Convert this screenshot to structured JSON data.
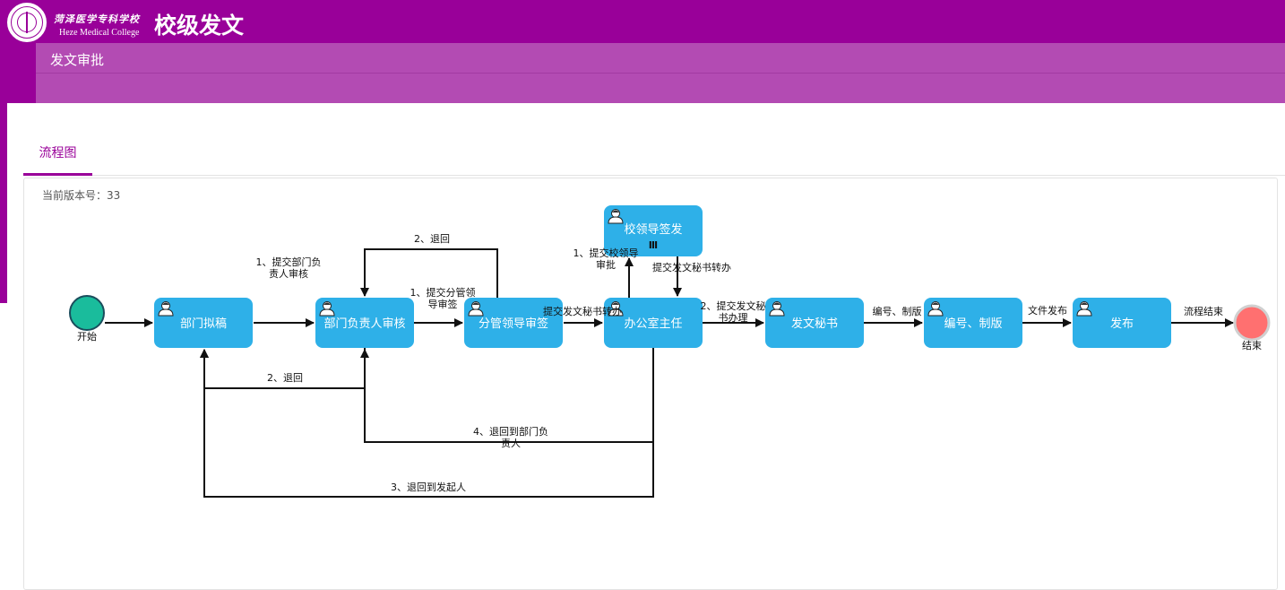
{
  "header": {
    "school_cn": "菏泽医学专科学校",
    "school_en": "Heze Medical College",
    "app_title": "校级发文",
    "sub_title": "发文审批"
  },
  "tabs": [
    {
      "label": "流程图"
    }
  ],
  "version": {
    "label": "当前版本号：",
    "value": "33"
  },
  "colors": {
    "brand": "#990099",
    "sub_brand": "#b34bb3",
    "task": "#2eb0e8",
    "start": "#1abc9c",
    "end": "#ff7070"
  },
  "flow": {
    "start": {
      "label": "开始"
    },
    "end": {
      "label": "结束"
    },
    "nodes": [
      {
        "id": "n1",
        "label": "部门拟稿"
      },
      {
        "id": "n2",
        "label": "部门负责人审核"
      },
      {
        "id": "n3",
        "label": "分管领导审签"
      },
      {
        "id": "n4",
        "label": "办公室主任"
      },
      {
        "id": "n5",
        "label": "校领导签发",
        "badge": "Ⅲ"
      },
      {
        "id": "n6",
        "label": "发文秘书"
      },
      {
        "id": "n7",
        "label": "编号、制版"
      },
      {
        "id": "n8",
        "label": "发布"
      }
    ],
    "edges": [
      {
        "id": "e1",
        "label": [
          "1、提交部门负",
          "责人审核"
        ]
      },
      {
        "id": "e2",
        "label": [
          "2、退回"
        ]
      },
      {
        "id": "e3",
        "label": [
          "1、提交分管领",
          "导审签"
        ]
      },
      {
        "id": "e4",
        "label": [
          "2、退回"
        ]
      },
      {
        "id": "e5",
        "label": [
          "提交发文秘书转办"
        ]
      },
      {
        "id": "e6",
        "label": [
          "1、提交校领导",
          "审批"
        ]
      },
      {
        "id": "e7",
        "label": [
          "提交发文秘书转办"
        ]
      },
      {
        "id": "e8",
        "label": [
          "2、提交发文秘",
          "书办理"
        ]
      },
      {
        "id": "e9",
        "label": [
          "4、退回到部门负",
          "责人"
        ]
      },
      {
        "id": "e10",
        "label": [
          "3、退回到发起人"
        ]
      },
      {
        "id": "e11",
        "label": [
          "编号、制版"
        ]
      },
      {
        "id": "e12",
        "label": [
          "文件发布"
        ]
      },
      {
        "id": "e13",
        "label": [
          "流程结束"
        ]
      }
    ]
  }
}
